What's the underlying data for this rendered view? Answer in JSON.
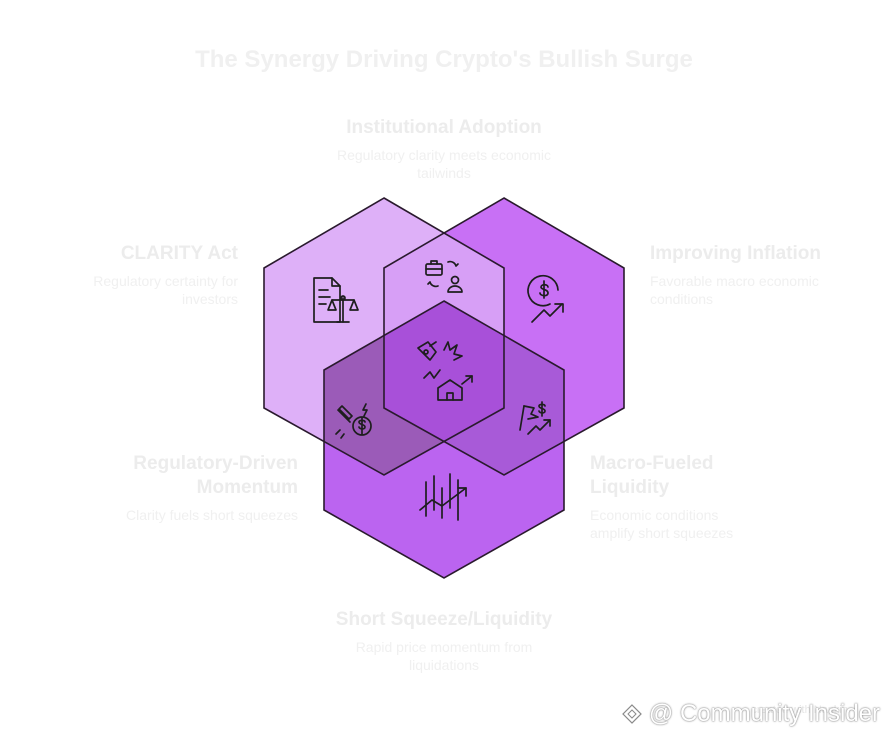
{
  "title": "The Synergy Driving Crypto's Bullish Surge",
  "labels": {
    "top": {
      "heading": "Institutional Adoption",
      "desc": "Regulatory clarity meets economic tailwinds"
    },
    "upper_left": {
      "heading": "CLARITY Act",
      "desc": "Regulatory certainty for investors"
    },
    "upper_right": {
      "heading": "Improving Inflation",
      "desc": "Favorable macro economic conditions"
    },
    "lower_left": {
      "heading": "Regulatory-Driven Momentum",
      "desc": "Clarity fuels short squeezes"
    },
    "lower_right": {
      "heading": "Macro-Fueled Liquidity",
      "desc": "Economic conditions amplify short squeezes"
    },
    "bottom": {
      "heading": "Short Squeeze/Liquidity",
      "desc": "Rapid price momentum from liquidations"
    }
  },
  "colors": {
    "hex_left": "#deb0f8",
    "hex_right": "#c870f5",
    "hex_bottom": "#bb64f0",
    "overlap_top": "#d79ff6",
    "overlap_left": "#9b5bb8",
    "overlap_right": "#a85ad8",
    "overlap_center": "#a850d9",
    "stroke": "#2a1a2e"
  },
  "icons": {
    "left": "document-scales-icon",
    "top_overlap": "briefcase-exchange-person-icon",
    "right": "dollar-growth-icon",
    "center": "rocket-house-explosion-icon",
    "left_overlap": "rocket-dollar-icon",
    "right_overlap": "flag-dollar-trend-icon",
    "bottom": "price-bars-trend-icon"
  },
  "watermark": {
    "text": "@ Community Insider",
    "small": "created with Napkin"
  }
}
